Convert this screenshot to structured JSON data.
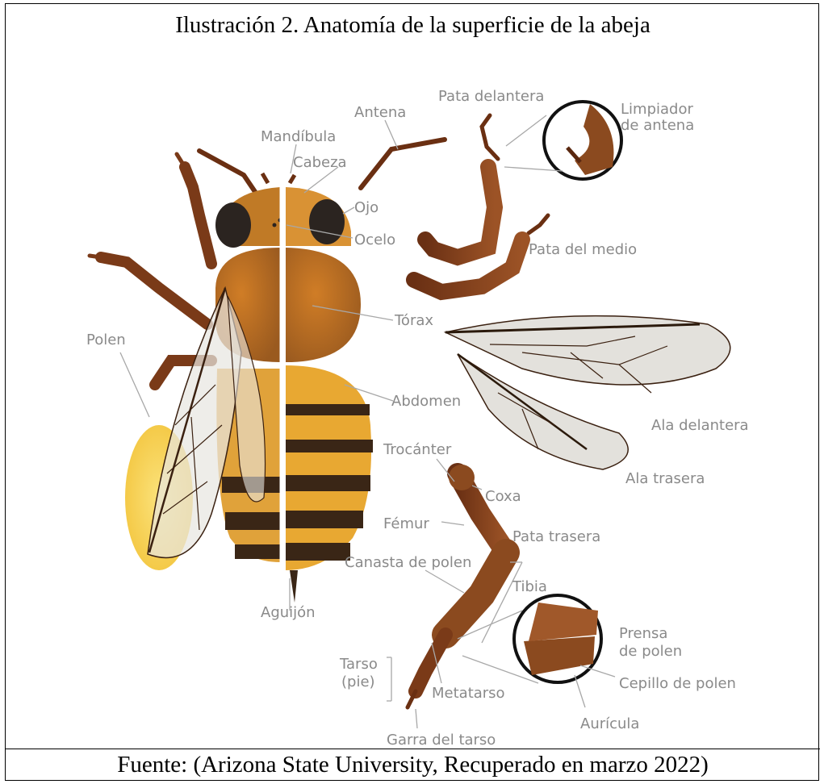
{
  "figure": {
    "title": "Ilustración 2. Anatomía de la superficie de la abeja",
    "source": "Fuente: (Arizona State University, Recuperado en marzo 2022)"
  },
  "labels": {
    "antena": "Antena",
    "mandibula": "Mandíbula",
    "cabeza": "Cabeza",
    "ojo": "Ojo",
    "ocelo": "Ocelo",
    "torax": "Tórax",
    "polen": "Polen",
    "abdomen": "Abdomen",
    "aguijon": "Aguijón",
    "pata_delantera": "Pata delantera",
    "limpiador_1": "Limpiador",
    "limpiador_2": "de antena",
    "pata_medio": "Pata del medio",
    "ala_delantera": "Ala delantera",
    "ala_trasera": "Ala trasera",
    "trocanter": "Trocánter",
    "coxa": "Coxa",
    "femur": "Fémur",
    "pata_trasera": "Pata trasera",
    "canasta": "Canasta de polen",
    "tibia": "Tibia",
    "prensa_1": "Prensa",
    "prensa_2": "de polen",
    "cepillo": "Cepillo de polen",
    "auricula": "Aurícula",
    "tarso_1": "Tarso",
    "tarso_2": "(pie)",
    "metatarso": "Metatarso",
    "garra": "Garra del tarso"
  },
  "colors": {
    "body_brown": "#8b4a1f",
    "leg_brown": "#7a3a18",
    "amber": "#e0a23a",
    "dark_eye": "#2b2420",
    "stripe_dark": "#3a2616",
    "pollen_yellow": "#f7d35a",
    "wing_gray": "#e3e1dc",
    "label_gray": "#8a8a8a",
    "leader_gray": "#a8a8a8"
  }
}
